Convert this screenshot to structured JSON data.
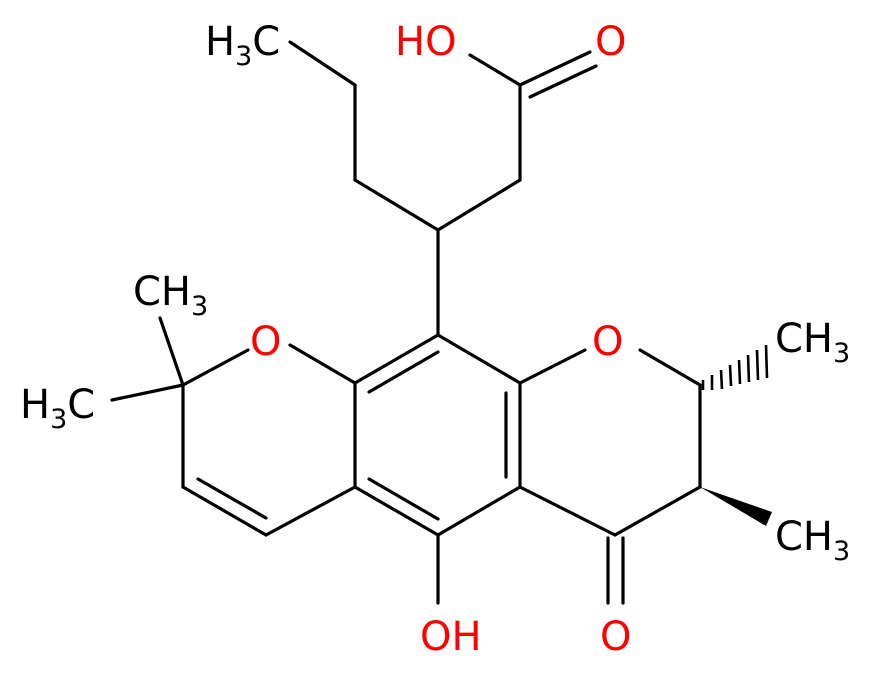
{
  "colors": {
    "bond": "#000000",
    "oxygen": "#ff0000",
    "carbon_label": "#000000"
  },
  "labels": {
    "hydroxyl_acid": "HO",
    "carbonyl_acid": "O",
    "methyl_top": {
      "main": "H",
      "sub": "3",
      "tail": "C"
    },
    "gem_methyl_upper": {
      "main": "CH",
      "sub": "3"
    },
    "gem_methyl_lower": {
      "main": "H",
      "sub": "3",
      "tail": "C"
    },
    "ring_oxygen_left": "O",
    "ring_oxygen_right": "O",
    "methyl_c2": {
      "main": "CH",
      "sub": "3"
    },
    "methyl_c3": {
      "main": "CH",
      "sub": "3"
    },
    "phenol_oh": "OH",
    "ketone_o": "O"
  }
}
